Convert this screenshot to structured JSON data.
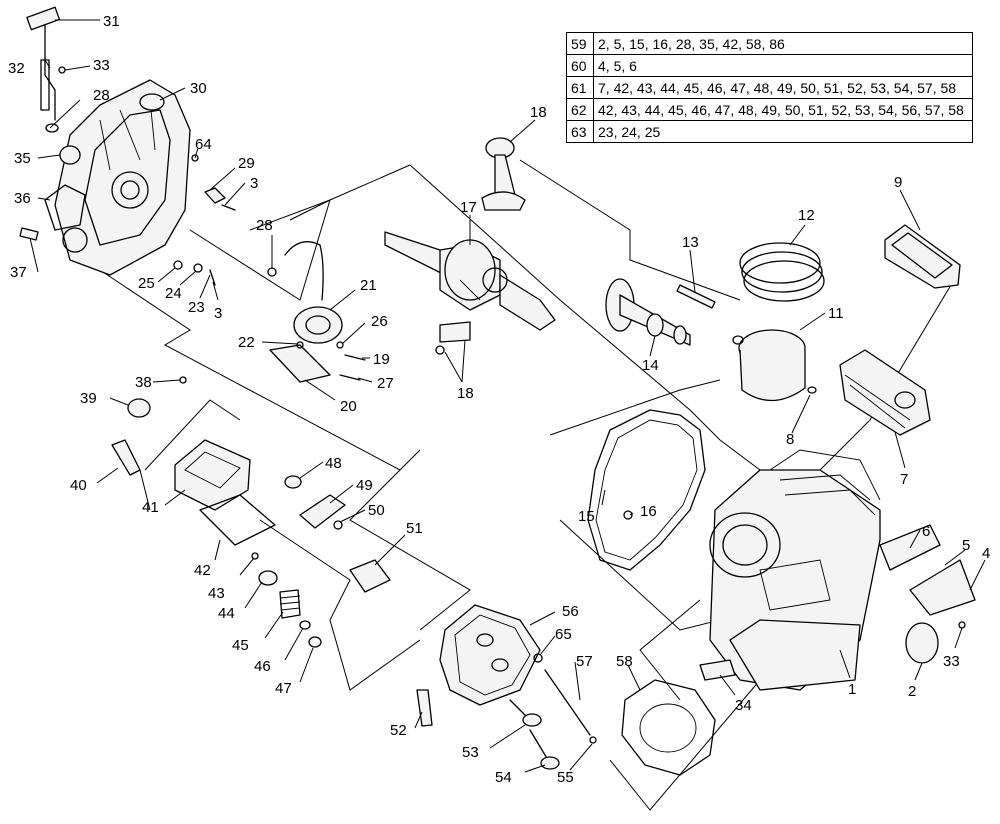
{
  "kit_table": [
    {
      "id": "59",
      "parts": "2, 5, 15, 16, 28, 35, 42, 58, 86"
    },
    {
      "id": "60",
      "parts": "4, 5, 6"
    },
    {
      "id": "61",
      "parts": "7, 42, 43, 44, 45, 46, 47, 48, 49, 50, 51, 52, 53, 54, 57, 58"
    },
    {
      "id": "62",
      "parts": "42, 43, 44, 45, 46, 47, 48, 49, 50, 51, 52, 53, 54, 56, 57, 58"
    },
    {
      "id": "63",
      "parts": "23, 24, 25"
    }
  ],
  "callouts": {
    "c1": "1",
    "c2": "2",
    "c3a": "3",
    "c3b": "3",
    "c4": "4",
    "c5": "5",
    "c6": "6",
    "c7": "7",
    "c8": "8",
    "c9": "9",
    "c11": "11",
    "c12": "12",
    "c13": "13",
    "c14": "14",
    "c15": "15",
    "c16": "16",
    "c17": "17",
    "c18a": "18",
    "c18b": "18",
    "c19": "19",
    "c20": "20",
    "c21": "21",
    "c22": "22",
    "c23": "23",
    "c24": "24",
    "c25": "25",
    "c26": "26",
    "c27": "27",
    "c28a": "28",
    "c28b": "28",
    "c29": "29",
    "c30": "30",
    "c31": "31",
    "c32": "32",
    "c33a": "33",
    "c33b": "33",
    "c34": "34",
    "c35": "35",
    "c36": "36",
    "c37": "37",
    "c38": "38",
    "c39": "39",
    "c40": "40",
    "c41": "41",
    "c42": "42",
    "c43": "43",
    "c44": "44",
    "c45": "45",
    "c46": "46",
    "c47": "47",
    "c48": "48",
    "c49": "49",
    "c50": "50",
    "c51": "51",
    "c52": "52",
    "c53": "53",
    "c54": "54",
    "c55": "55",
    "c56": "56",
    "c57": "57",
    "c58": "58",
    "c64": "64",
    "c65": "65"
  }
}
